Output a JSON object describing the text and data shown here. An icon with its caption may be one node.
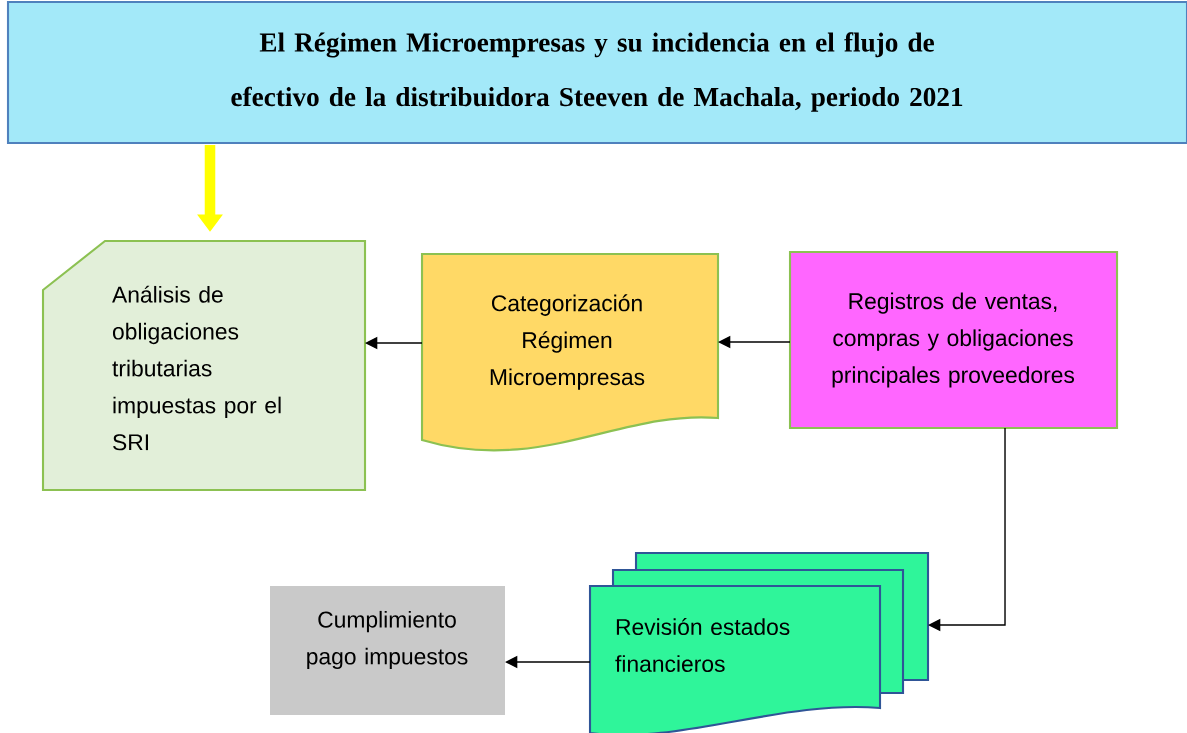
{
  "diagram": {
    "nodes": [
      {
        "text": [
          "El Régimen Microempresas y su incidencia en el flujo de efectivo de la distribuidora Steeven de Machala, periodo 2021"
        ]
      },
      {
        "text": [
          "Análisis de obligaciones tributarias impuestas por el SRI"
        ]
      },
      {
        "text": [
          "Categorización Régimen Microempresas"
        ]
      },
      {
        "text": [
          "Registros de ventas, compras y obligaciones principales proveedores"
        ]
      },
      {
        "text": [
          "Revisión estados financieros"
        ]
      },
      {
        "text": [
          "Cumplimiento pago impuestos"
        ]
      }
    ],
    "edges": [
      {
        "from": 0,
        "to": 1,
        "arrow": "to",
        "style": "thick",
        "color": "#ffff00"
      },
      {
        "from": 2,
        "to": 1,
        "arrow": "to"
      },
      {
        "from": 3,
        "to": 2,
        "arrow": "to"
      },
      {
        "from": 3,
        "to": 4,
        "arrow": "to"
      },
      {
        "from": 4,
        "to": 5,
        "arrow": "to"
      }
    ]
  }
}
